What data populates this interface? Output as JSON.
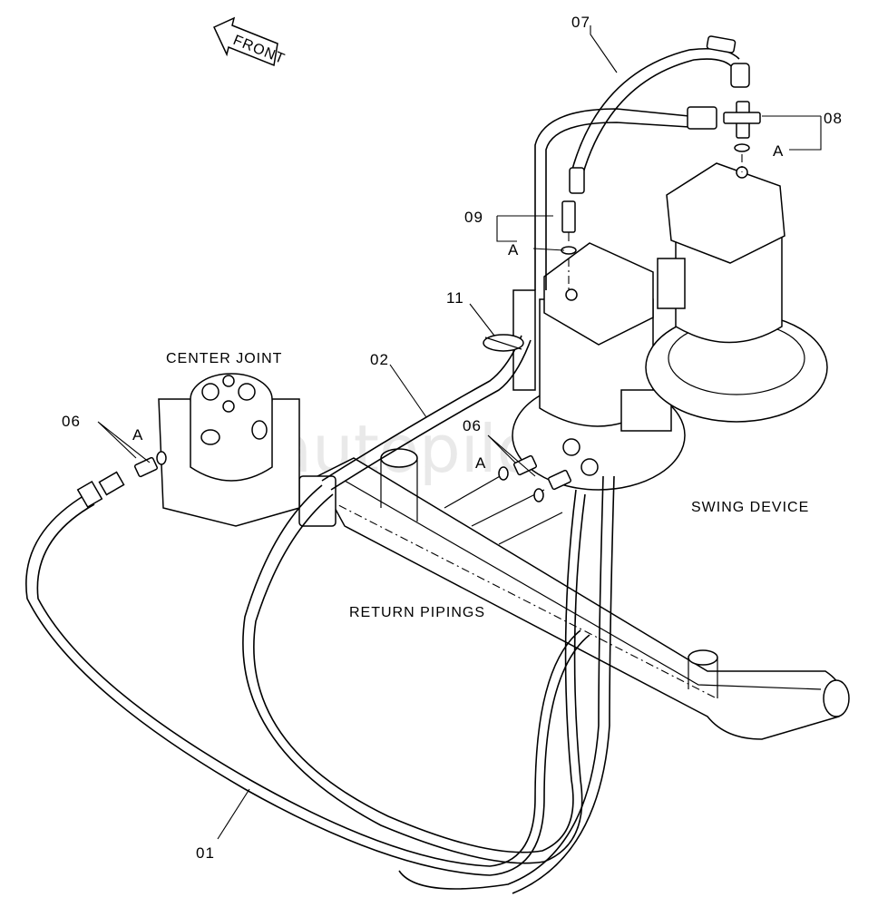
{
  "watermark": "autopilot.ru",
  "front_arrow": {
    "label": "FRONT"
  },
  "labels": {
    "center_joint": "CENTER JOINT",
    "swing_device": "SWING DEVICE",
    "return_pipings": "RETURN PIPINGS"
  },
  "callouts": {
    "c01": "01",
    "c02": "02",
    "c06_left": "06",
    "c06_mid": "06",
    "c07": "07",
    "c08": "08",
    "c09": "09",
    "c11": "11",
    "a_left": "A",
    "a_mid": "A",
    "a_09": "A",
    "a_08": "A"
  }
}
